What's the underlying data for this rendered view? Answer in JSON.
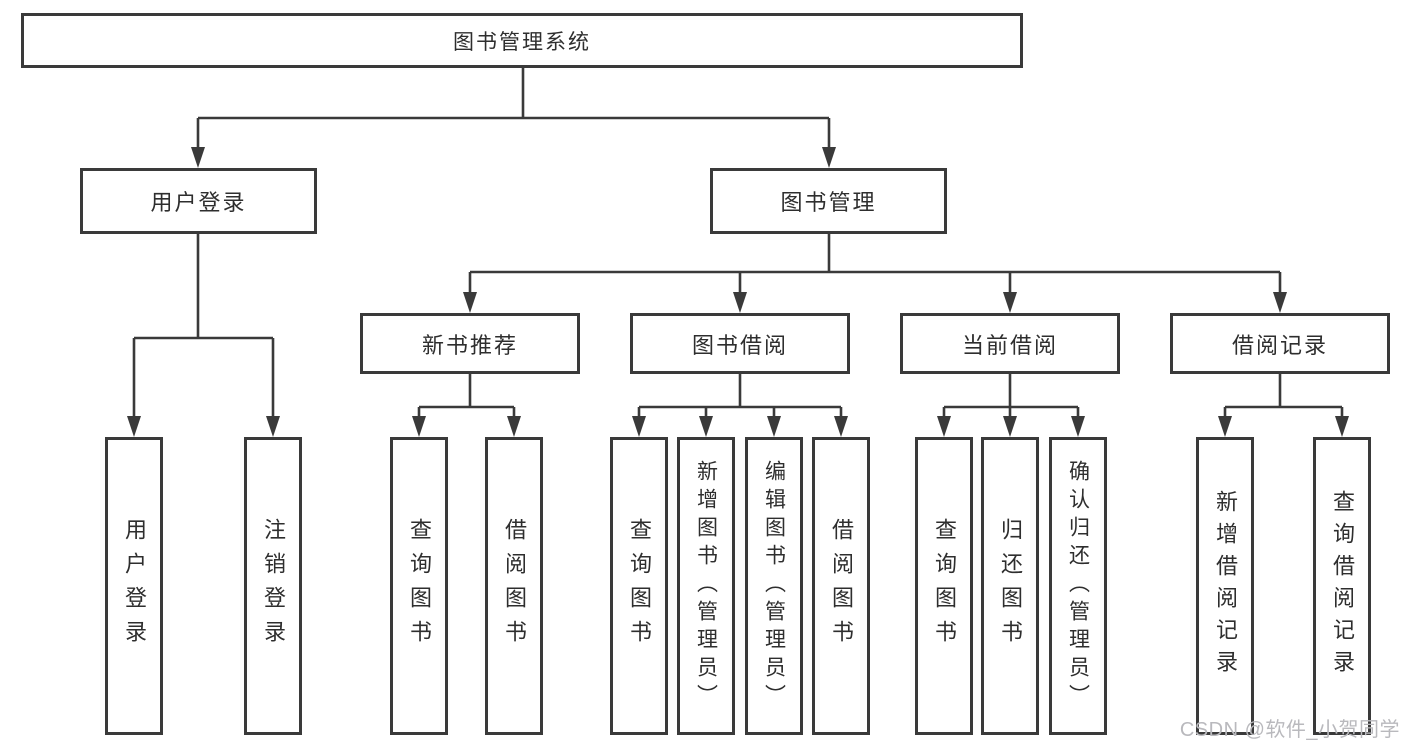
{
  "diagram": {
    "title": "图书管理系统",
    "root": "图书管理系统",
    "level1": {
      "user": "用户登录",
      "book": "图书管理"
    },
    "level2": {
      "new_books": "新书推荐",
      "borrowing": "图书借阅",
      "current": "当前借阅",
      "records": "借阅记录"
    },
    "leaves": {
      "user_login": "用户登录",
      "logout": "注销登录",
      "nb_query": "查询图书",
      "nb_borrow": "借阅图书",
      "bb_query": "查询图书",
      "bb_add": "新增图书（管理员）",
      "bb_edit": "编辑图书（管理员）",
      "bb_borrow": "借阅图书",
      "cb_query": "查询图书",
      "cb_return": "归还图书",
      "cb_confirm": "确认归还（管理员）",
      "rec_add": "新增借阅记录",
      "rec_query": "查询借阅记录"
    }
  },
  "colors": {
    "line": "#3a3a3a",
    "text": "#2e2e2e",
    "watermark": "#b9b9bd",
    "background": "#ffffff"
  },
  "watermark": "CSDN @软件_小贺同学"
}
